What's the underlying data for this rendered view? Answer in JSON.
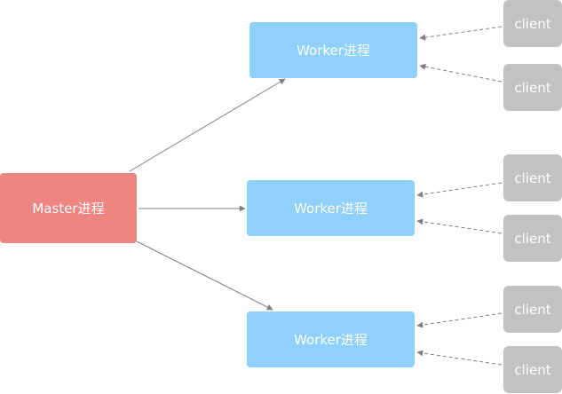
{
  "diagram": {
    "master": {
      "label": "Master进程"
    },
    "workers": [
      {
        "label": "Worker进程"
      },
      {
        "label": "Worker进程"
      },
      {
        "label": "Worker进程"
      }
    ],
    "clients": [
      {
        "label": "client"
      },
      {
        "label": "client"
      },
      {
        "label": "client"
      },
      {
        "label": "client"
      },
      {
        "label": "client"
      },
      {
        "label": "client"
      }
    ],
    "edges": [
      {
        "from": "master",
        "to": "worker-1",
        "style": "solid"
      },
      {
        "from": "master",
        "to": "worker-2",
        "style": "solid"
      },
      {
        "from": "master",
        "to": "worker-3",
        "style": "solid"
      },
      {
        "from": "client-1",
        "to": "worker-1",
        "style": "dashed"
      },
      {
        "from": "client-2",
        "to": "worker-1",
        "style": "dashed"
      },
      {
        "from": "client-3",
        "to": "worker-2",
        "style": "dashed"
      },
      {
        "from": "client-4",
        "to": "worker-2",
        "style": "dashed"
      },
      {
        "from": "client-5",
        "to": "worker-3",
        "style": "dashed"
      },
      {
        "from": "client-6",
        "to": "worker-3",
        "style": "dashed"
      }
    ],
    "colors": {
      "master": "#ee8580",
      "worker": "#8fd1fb",
      "client": "#c2c2c2",
      "edge": "#7f7f7f",
      "text": "#ffffff"
    }
  }
}
